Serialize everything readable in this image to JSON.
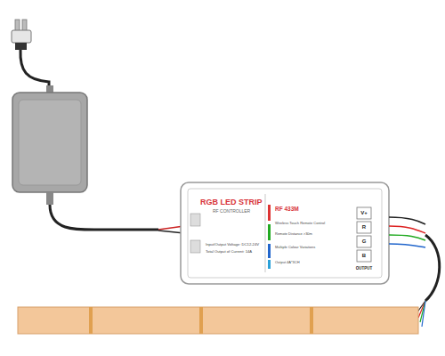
{
  "diagram": {
    "nodes": [
      {
        "text": [
          "RGB LED STRIP",
          "RF CONTROLLER",
          "Input/Output Voltage: DC12-24V",
          "Total Output of Current: 14A",
          "RF 433M",
          "Wireless Touch Remote Control",
          "Remote Distance >30m",
          "Multiple Colour Variations",
          "Output 4A*3CH",
          "V+",
          "R",
          "G",
          "B",
          "OUTPUT"
        ]
      }
    ]
  }
}
